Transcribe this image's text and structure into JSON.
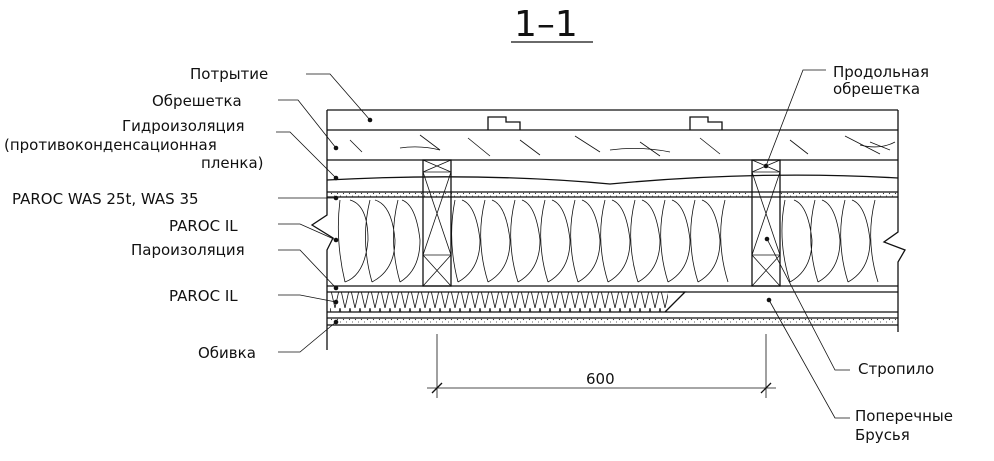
{
  "title": "1–1",
  "labels_left": [
    "Потрытие",
    "Обрешетка",
    "Гидроизоляция",
    "(противоконденсационная",
    "пленка)",
    "PAROC WAS 25t, WAS 35",
    "PAROC IL",
    "Пароизоляция",
    "PAROC IL",
    "Обивка"
  ],
  "labels_right": [
    "Продольная",
    "обрешетка",
    "Стропило",
    "Поперечные",
    "Брусья"
  ],
  "dimension": "600"
}
